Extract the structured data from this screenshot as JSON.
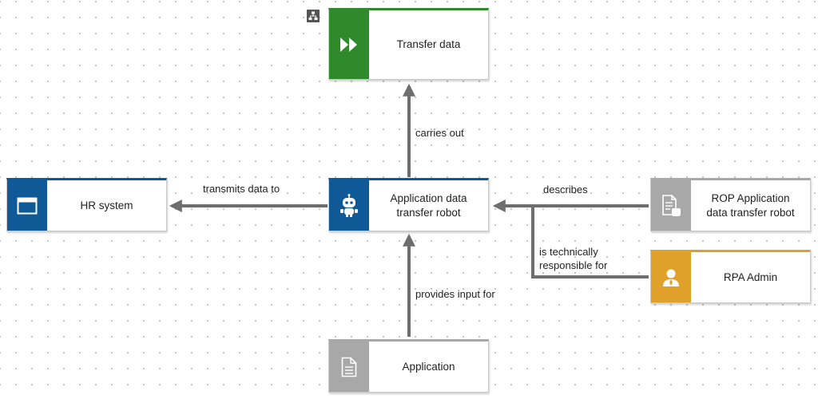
{
  "nodes": {
    "transfer_data": {
      "label": "Transfer data",
      "color": "#2e8a2a",
      "icon": "fast-forward-icon"
    },
    "hr_system": {
      "label": "HR system",
      "color": "#0f5a96",
      "icon": "application-window-icon"
    },
    "robot": {
      "label_line1": "Application data",
      "label_line2": "transfer robot",
      "color": "#0f5a96",
      "icon": "robot-icon"
    },
    "rop_doc": {
      "label_line1": "ROP Application",
      "label_line2": "data transfer robot",
      "color": "#a8a8a8",
      "icon": "document-hand-icon"
    },
    "rpa_admin": {
      "label": "RPA Admin",
      "color": "#e0a12a",
      "icon": "person-icon"
    },
    "application": {
      "label": "Application",
      "color": "#a8a8a8",
      "icon": "document-icon"
    }
  },
  "edges": {
    "carries_out": "carries out",
    "transmits_data_to": "transmits data to",
    "describes": "describes",
    "technically_responsible_line1": "is technically",
    "technically_responsible_line2": "responsible for",
    "provides_input_for": "provides input for"
  },
  "colors": {
    "connector": "#6e6e6e"
  },
  "toolbar": {
    "icon": "hierarchy-icon"
  }
}
